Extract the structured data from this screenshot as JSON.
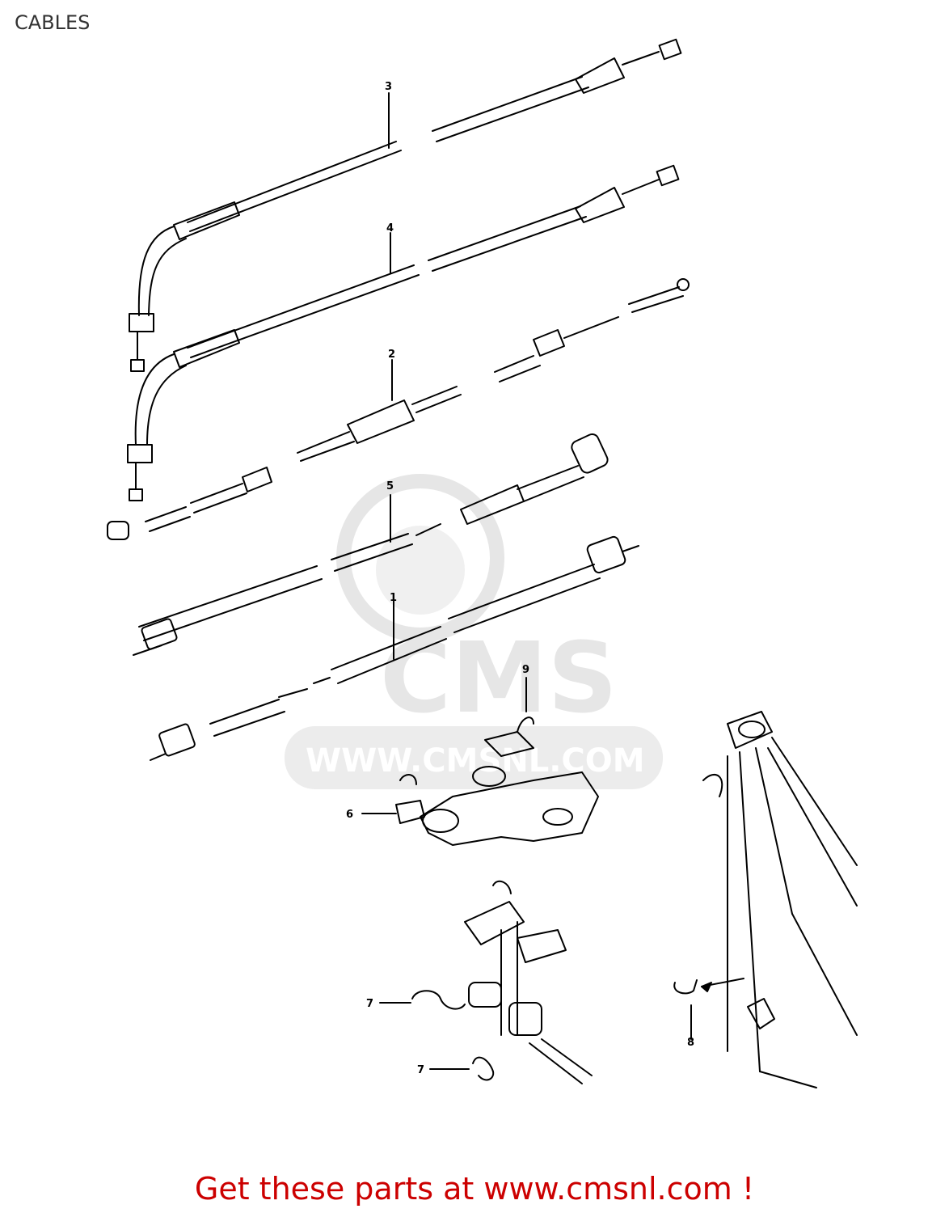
{
  "page": {
    "title": "CABLES"
  },
  "watermark": {
    "brand": "CMS",
    "url": "WWW.CMSNL.COM",
    "color": "#e6e6e6"
  },
  "callouts": [
    {
      "id": "callout-3",
      "label": "3"
    },
    {
      "id": "callout-4",
      "label": "4"
    },
    {
      "id": "callout-2",
      "label": "2"
    },
    {
      "id": "callout-5",
      "label": "5"
    },
    {
      "id": "callout-1",
      "label": "1"
    },
    {
      "id": "callout-9",
      "label": "9"
    },
    {
      "id": "callout-6",
      "label": "6"
    },
    {
      "id": "callout-7a",
      "label": "7"
    },
    {
      "id": "callout-7b",
      "label": "7"
    },
    {
      "id": "callout-8",
      "label": "8"
    }
  ],
  "footer": {
    "cta": "Get these parts at www.cmsnl.com !",
    "color": "#cc0000"
  },
  "colors": {
    "line": "#000000"
  }
}
